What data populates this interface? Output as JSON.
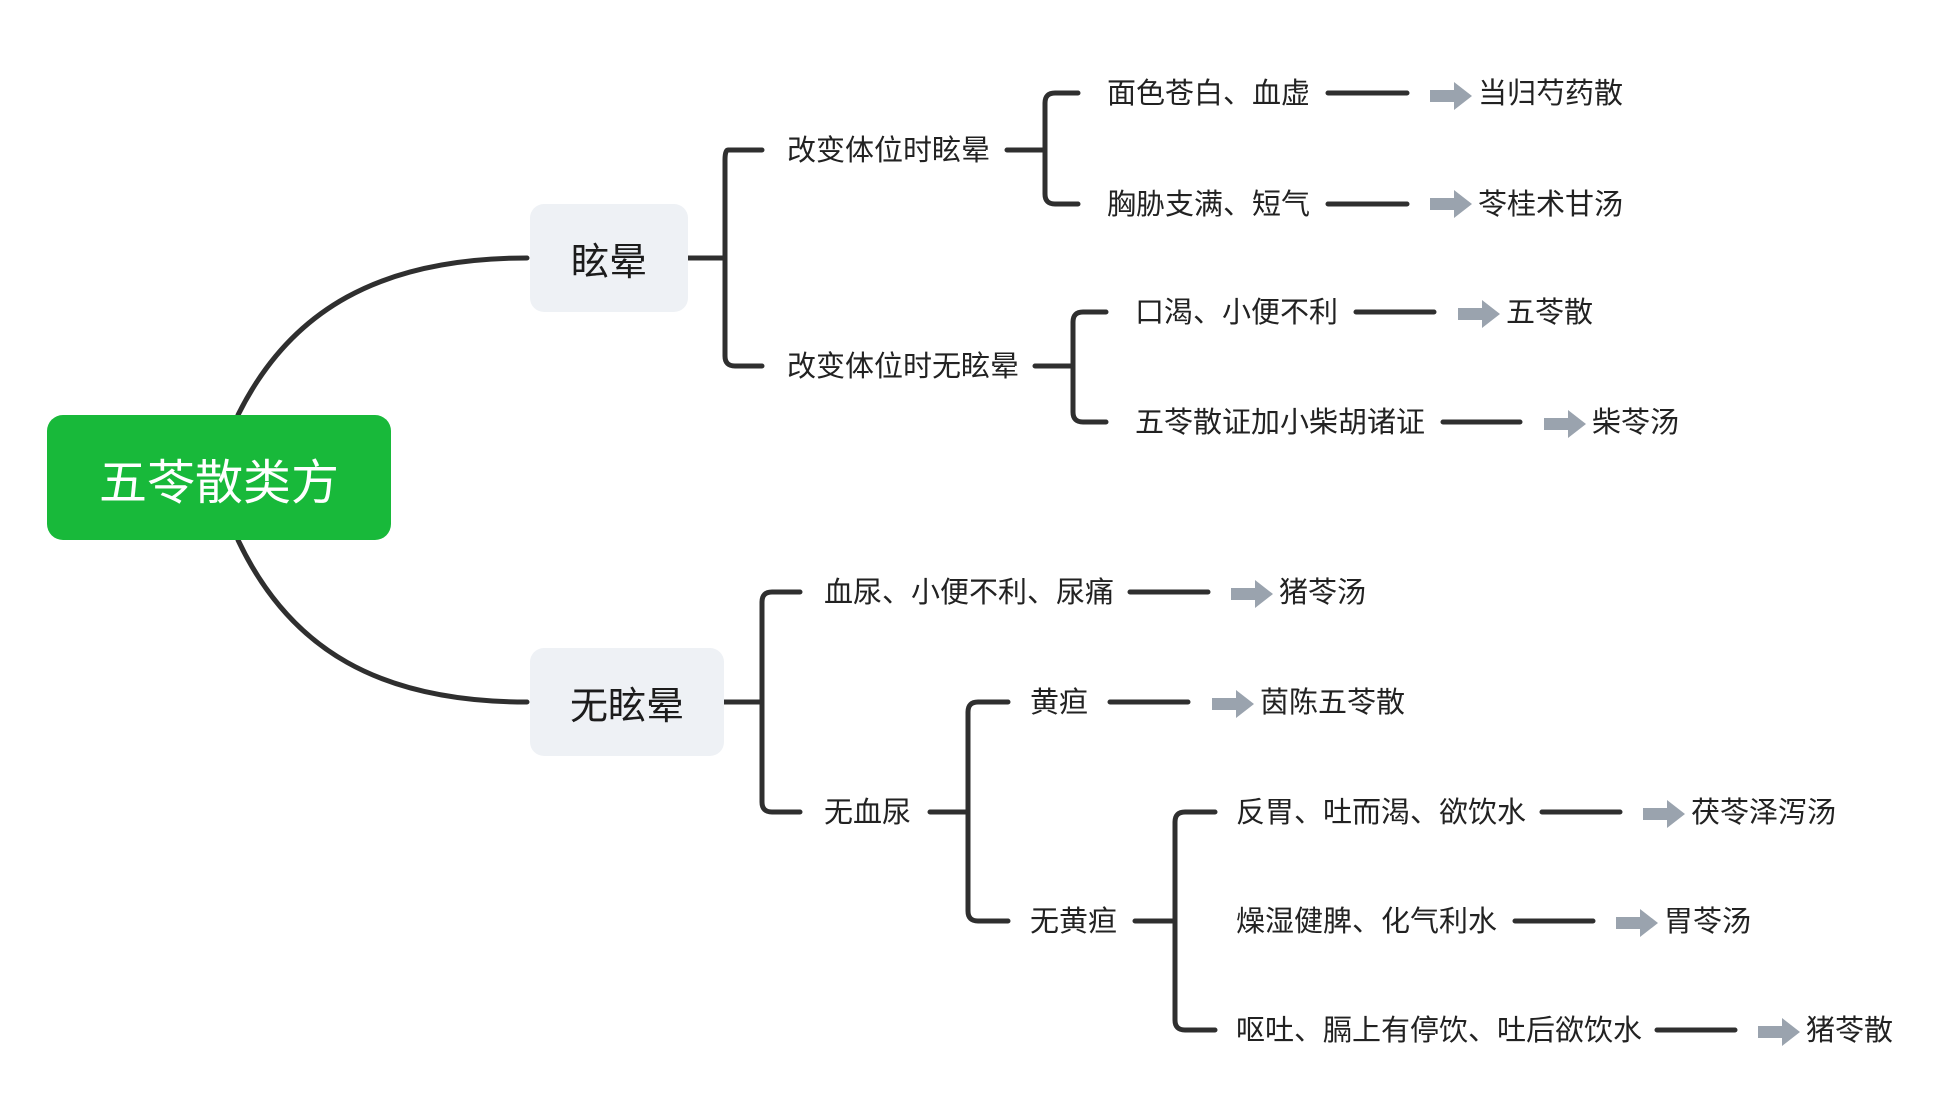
{
  "root": "五苓散类方",
  "main": [
    "眩晕",
    "无眩晕"
  ],
  "branches": {
    "b1": "改变体位时眩晕",
    "b2": "改变体位时无眩晕",
    "b3": "血尿、小便不利、尿痛",
    "b4": "无血尿",
    "b5": "黄疸",
    "b6": "无黄疸"
  },
  "leaves": [
    {
      "symptom": "面色苍白、血虚",
      "formula": "当归芍药散"
    },
    {
      "symptom": "胸胁支满、短气",
      "formula": "苓桂术甘汤"
    },
    {
      "symptom": "口渴、小便不利",
      "formula": "五苓散"
    },
    {
      "symptom": "五苓散证加小柴胡诸证",
      "formula": "柴苓汤"
    },
    {
      "symptom": "",
      "formula": "猪苓汤"
    },
    {
      "symptom": "",
      "formula": "茵陈五苓散"
    },
    {
      "symptom": "反胃、吐而渴、欲饮水",
      "formula": "茯苓泽泻汤"
    },
    {
      "symptom": "燥湿健脾、化气利水",
      "formula": "胃苓汤"
    },
    {
      "symptom": "呕吐、膈上有停饮、吐后欲饮水",
      "formula": "猪苓散"
    }
  ],
  "colors": {
    "root": "#18b93a",
    "main_bg": "#eef1f5",
    "line": "#2f2f2f",
    "arrow": "#9aa3ae"
  }
}
